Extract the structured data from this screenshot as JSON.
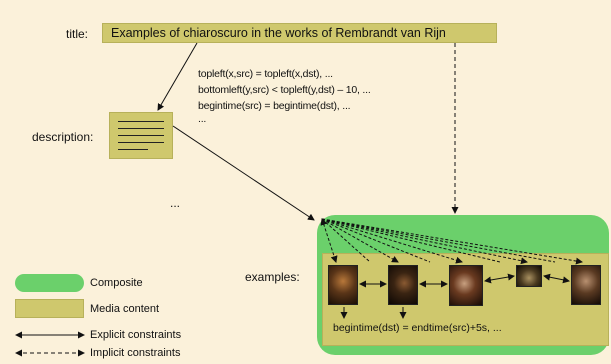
{
  "labels": {
    "title": "title:",
    "description": "description:",
    "examples": "examples:",
    "ellipsis_left": "..."
  },
  "title_box": {
    "text": "Examples of chiaroscuro in the works of  Rembrandt van Rijn"
  },
  "constraints": [
    "topleft(x,src) = topleft(x,dst), ...",
    "bottomleft(y,src) < topleft(y,dst) – 10, ...",
    "begintime(src) = begintime(dst), ...",
    "..."
  ],
  "media_strip": {
    "constraint": "begintime(dst) = endtime(src)+5s, ..."
  },
  "legend": {
    "composite": "Composite",
    "media": "Media content",
    "explicit": "Explicit constraints",
    "implicit": "Implicit constraints"
  },
  "colors": {
    "background": "#fbf1da",
    "composite": "#6bd06b",
    "media": "#cfc86d"
  }
}
